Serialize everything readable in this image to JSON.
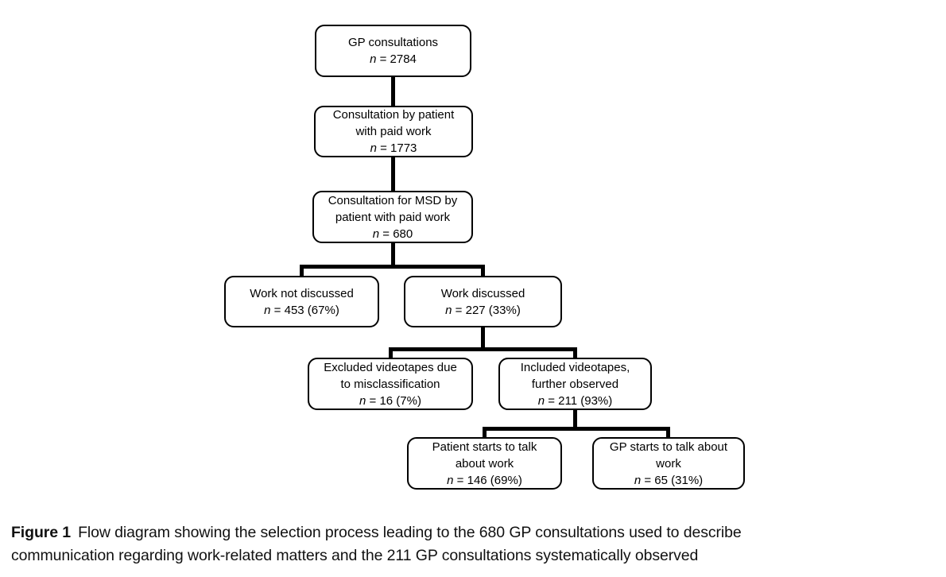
{
  "figure": {
    "n_symbol": "n",
    "nodes": [
      {
        "lines": [
          "GP consultations"
        ],
        "n_text": " = 2784"
      },
      {
        "lines": [
          "Consultation by patient",
          "with paid work"
        ],
        "n_text": " = 1773"
      },
      {
        "lines": [
          "Consultation for MSD by",
          "patient with paid work"
        ],
        "n_text": " = 680"
      },
      {
        "lines": [
          "Work not discussed"
        ],
        "n_text": " = 453 (67%)"
      },
      {
        "lines": [
          "Work discussed"
        ],
        "n_text": " = 227 (33%)"
      },
      {
        "lines": [
          "Excluded videotapes due",
          "to misclassification"
        ],
        "n_text": " = 16 (7%)"
      },
      {
        "lines": [
          "Included videotapes,",
          "further observed"
        ],
        "n_text": " = 211 (93%)"
      },
      {
        "lines": [
          "Patient starts to talk",
          "about work"
        ],
        "n_text": " = 146 (69%)"
      },
      {
        "lines": [
          "GP starts to talk about",
          "work"
        ],
        "n_text": " = 65 (31%)"
      }
    ]
  },
  "caption": {
    "label": "Figure 1",
    "line1": "Flow diagram showing the selection process leading to the 680 GP consultations used to describe",
    "line2": "communication regarding work-related matters and the 211 GP consultations systematically observed"
  }
}
